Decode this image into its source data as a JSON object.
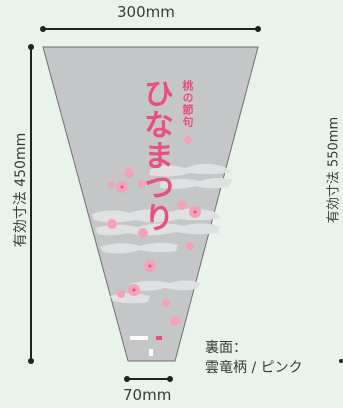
{
  "dimensions": {
    "top_width": "300mm",
    "bottom_width": "70mm",
    "effective_length": "有効寸法 450mm",
    "total_length": "有効寸法 550mm"
  },
  "product": {
    "title": "ひなまつり",
    "subtitle": "桃の節句",
    "back_label": "裏面：",
    "back_pattern": "雲竜柄 / ピンク"
  },
  "colors": {
    "background": "#e9f3ec",
    "bag": "#c5c6c8",
    "title": "#e8517f",
    "blossom": "#f2a3b7",
    "dimension_line": "#222222"
  },
  "icons": {
    "flower": "cherry-blossom-icon",
    "cloud": "cloud-pattern-icon"
  }
}
